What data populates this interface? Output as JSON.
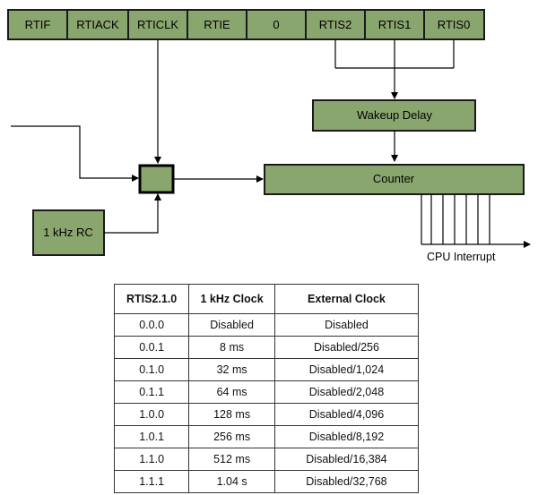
{
  "register": {
    "bits": [
      "RTIF",
      "RTIACK",
      "RTICLK",
      "RTIE",
      "0",
      "RTIS2",
      "RTIS1",
      "RTIS0"
    ]
  },
  "blocks": {
    "wakeup_delay": "Wakeup Delay",
    "counter": "Counter",
    "rc_clock": "1 kHz RC",
    "cpu_interrupt": "CPU Interrupt"
  },
  "colors": {
    "block_fill": "#8aa66f",
    "block_stroke": "#1a1a1a"
  },
  "table": {
    "headers": [
      "RTIS2.1.0",
      "1 kHz Clock",
      "External Clock"
    ],
    "rows": [
      [
        "0.0.0",
        "Disabled",
        "Disabled"
      ],
      [
        "0.0.1",
        "8 ms",
        "Disabled/256"
      ],
      [
        "0.1.0",
        "32 ms",
        "Disabled/1,024"
      ],
      [
        "0.1.1",
        "64 ms",
        "Disabled/2,048"
      ],
      [
        "1.0.0",
        "128 ms",
        "Disabled/4,096"
      ],
      [
        "1.0.1",
        "256 ms",
        "Disabled/8,192"
      ],
      [
        "1.1.0",
        "512 ms",
        "Disabled/16,384"
      ],
      [
        "1.1.1",
        "1.04 s",
        "Disabled/32,768"
      ]
    ]
  }
}
